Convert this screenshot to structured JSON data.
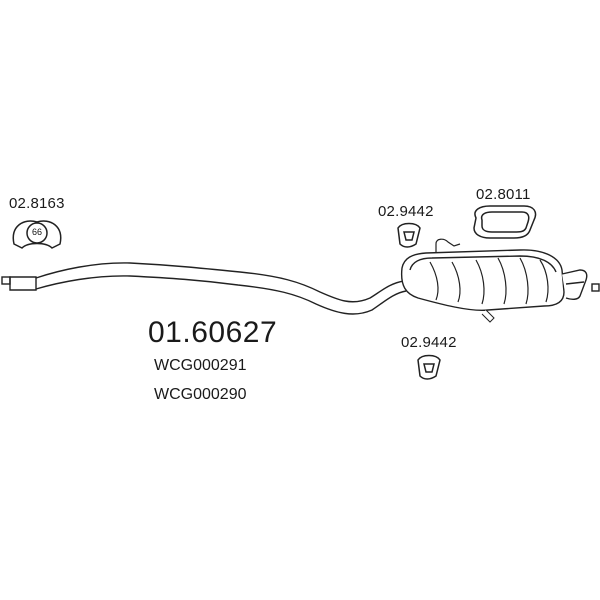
{
  "part_refs": {
    "clamp_left": "02.8163",
    "clamp_left_badge": "66",
    "gasket_right": "02.8011",
    "rubber_mount_top": "02.9442",
    "rubber_mount_bottom": "02.9442"
  },
  "main_part": {
    "number": "01.60627",
    "oem_codes": [
      "WCG000291",
      "WCG000290"
    ]
  },
  "colors": {
    "line": "#222222",
    "fill": "#ffffff",
    "shade": "#dcdcdc"
  }
}
